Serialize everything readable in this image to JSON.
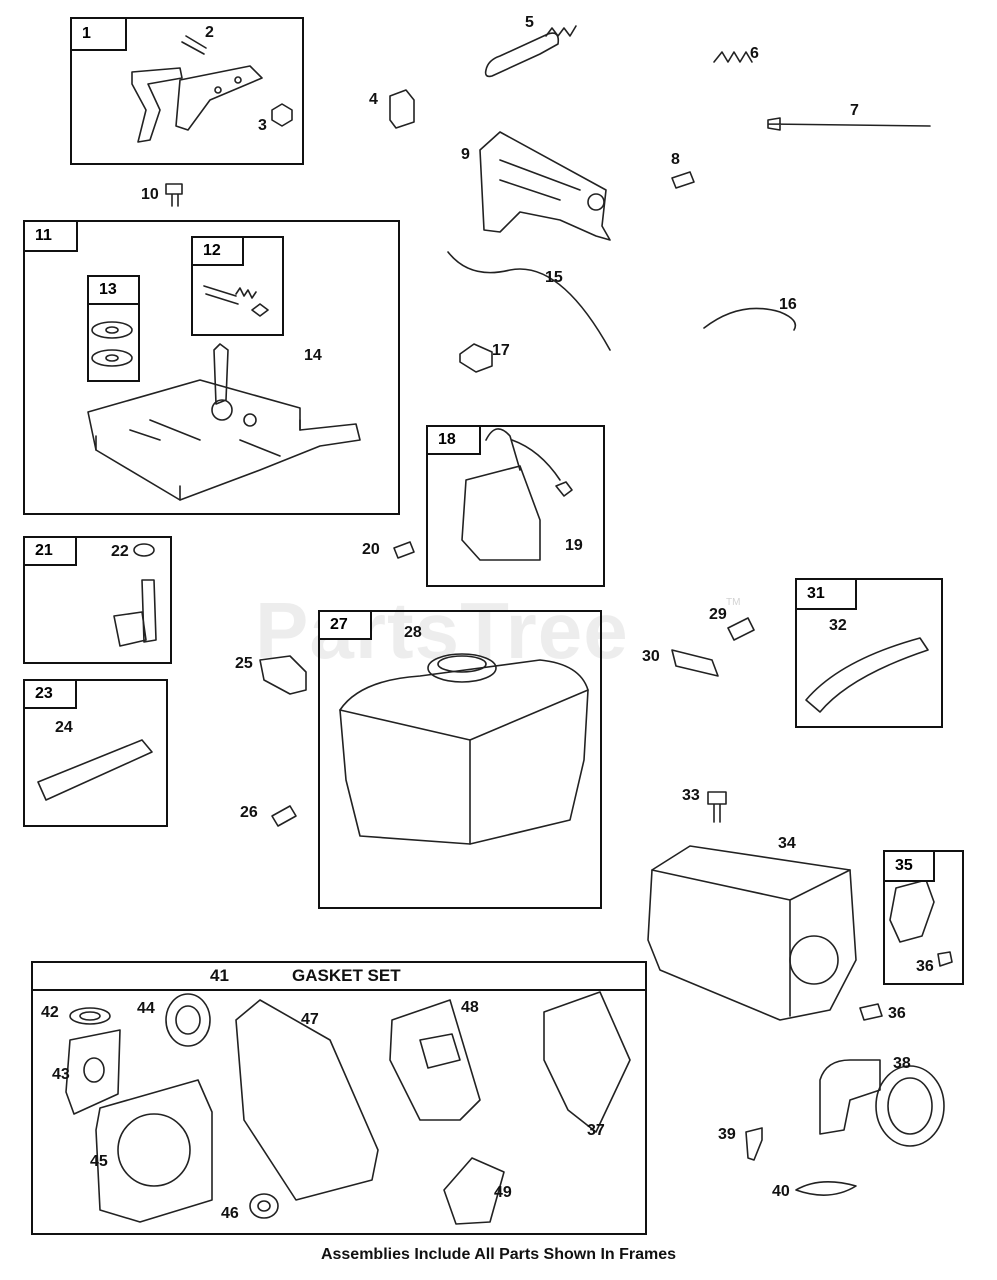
{
  "watermark": "PartsTree",
  "watermark_mark": "TM",
  "footer_note": "Assemblies Include All Parts Shown In Frames",
  "gasket_set": {
    "number": "41",
    "title": "GASKET SET"
  },
  "frame_tags": [
    "1",
    "11",
    "12",
    "13",
    "18",
    "21",
    "23",
    "27",
    "31",
    "35"
  ],
  "callouts": {
    "c2": "2",
    "c3": "3",
    "c4": "4",
    "c5": "5",
    "c6": "6",
    "c7": "7",
    "c8": "8",
    "c9": "9",
    "c10": "10",
    "c14": "14",
    "c15": "15",
    "c16": "16",
    "c17": "17",
    "c19": "19",
    "c20": "20",
    "c22": "22",
    "c24": "24",
    "c25": "25",
    "c26": "26",
    "c28": "28",
    "c29": "29",
    "c30": "30",
    "c32": "32",
    "c33": "33",
    "c34": "34",
    "c36a": "36",
    "c36b": "36",
    "c37": "37",
    "c38": "38",
    "c39": "39",
    "c40": "40",
    "c42": "42",
    "c43": "43",
    "c44": "44",
    "c45": "45",
    "c46": "46",
    "c47": "47",
    "c48": "48",
    "c49": "49"
  }
}
